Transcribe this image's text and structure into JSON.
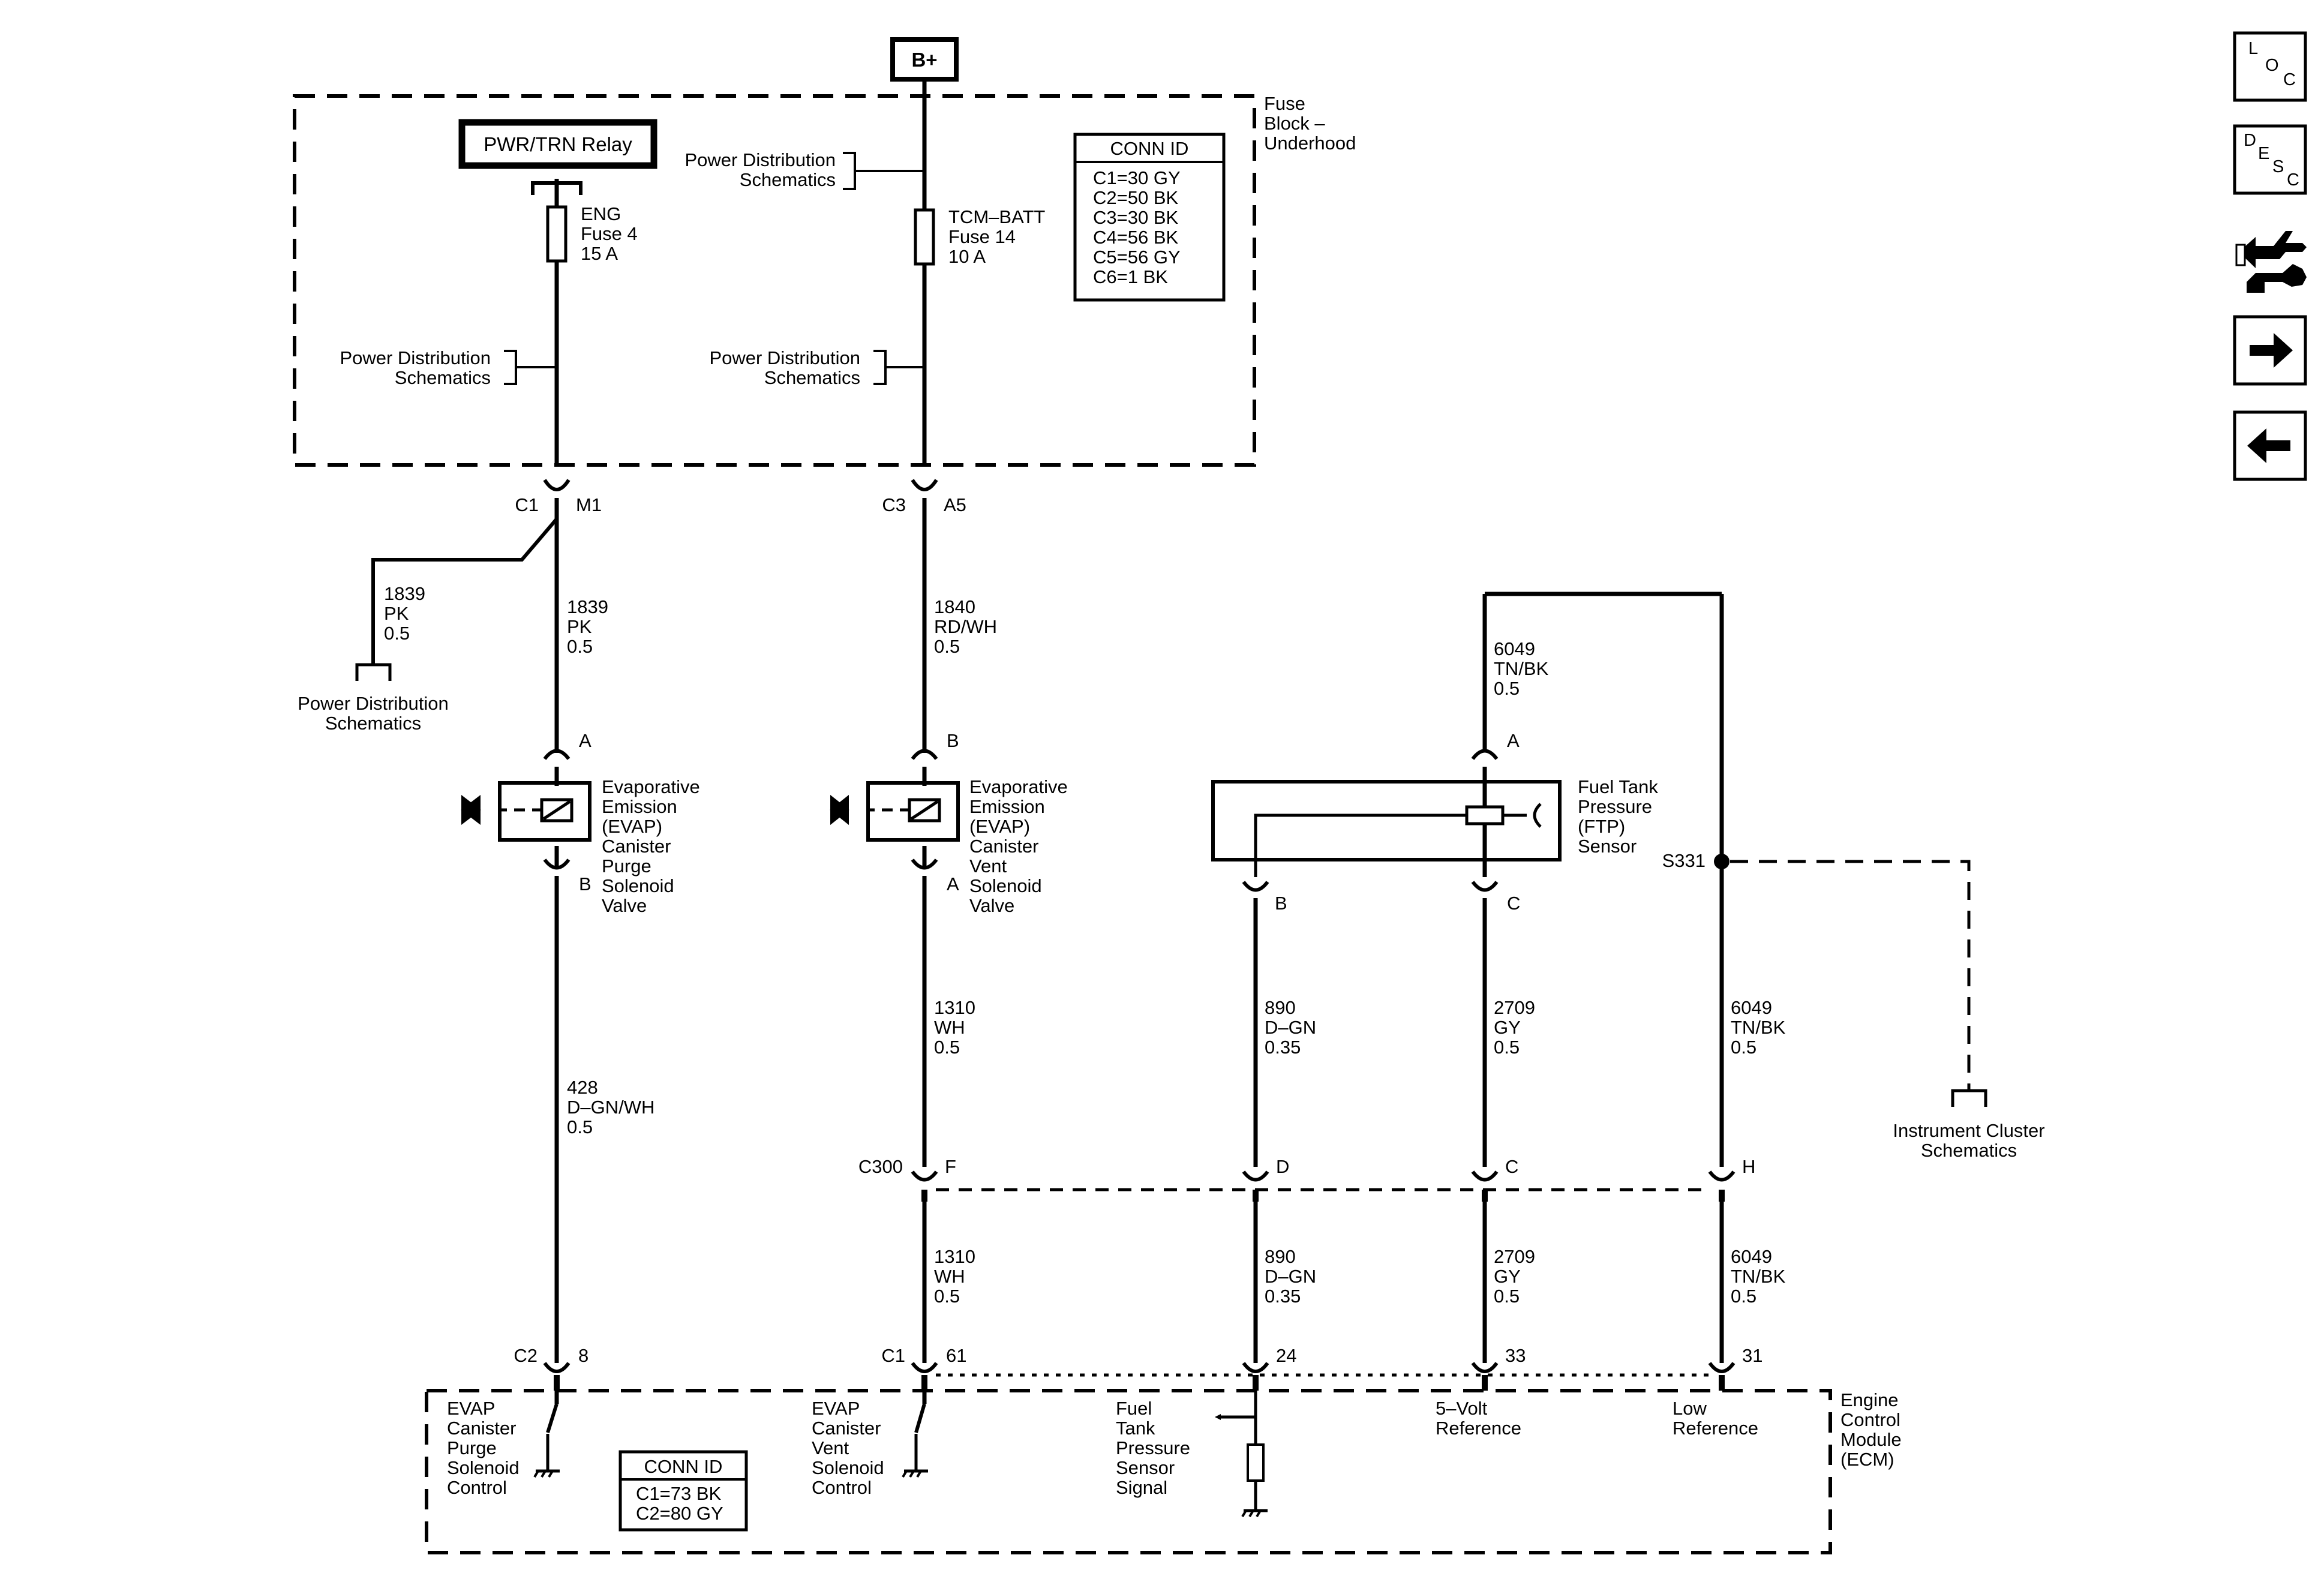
{
  "top": {
    "battery": "B+"
  },
  "fuse_block": {
    "title": [
      "Fuse",
      "Block –",
      "Underhood"
    ]
  },
  "relay": {
    "label": "PWR/TRN Relay"
  },
  "fuses": {
    "eng": [
      "ENG",
      "Fuse 4",
      "15 A"
    ],
    "tcm": [
      "TCM–BATT",
      "Fuse 14",
      "10 A"
    ]
  },
  "power_dist": [
    "Power Distribution",
    "Schematics"
  ],
  "conn_id_top": {
    "title": "CONN ID",
    "items": [
      "C1=30 GY",
      "C2=50 BK",
      "C3=30 BK",
      "C4=56 BK",
      "C5=56 GY",
      "C6=1 BK"
    ]
  },
  "connectors": {
    "c1_m1": [
      "C1",
      "M1"
    ],
    "c3_a5": [
      "C3",
      "A5"
    ],
    "c300": "C300",
    "c300_pins": [
      "F",
      "D",
      "C",
      "H"
    ],
    "ecm_left": [
      "C2",
      "8"
    ],
    "ecm_mid": [
      "C1",
      "61"
    ],
    "ecm_pins": [
      "24",
      "33",
      "31"
    ],
    "splice": "S331"
  },
  "wires": {
    "w1839_branch": [
      "1839",
      "PK",
      "0.5"
    ],
    "w1839": [
      "1839",
      "PK",
      "0.5"
    ],
    "w1840": [
      "1840",
      "RD/WH",
      "0.5"
    ],
    "w6049_top": [
      "6049",
      "TN/BK",
      "0.5"
    ],
    "w428": [
      "428",
      "D–GN/WH",
      "0.5"
    ],
    "w1310": [
      "1310",
      "WH",
      "0.5"
    ],
    "w890": [
      "890",
      "D–GN",
      "0.35"
    ],
    "w2709": [
      "2709",
      "GY",
      "0.5"
    ],
    "w6049": [
      "6049",
      "TN/BK",
      "0.5"
    ]
  },
  "components": {
    "purge_valve": {
      "pins": [
        "A",
        "B"
      ],
      "label": [
        "Evaporative",
        "Emission",
        "(EVAP)",
        "Canister",
        "Purge",
        "Solenoid",
        "Valve"
      ]
    },
    "vent_valve": {
      "pins": [
        "B",
        "A"
      ],
      "label": [
        "Evaporative",
        "Emission",
        "(EVAP)",
        "Canister",
        "Vent",
        "Solenoid",
        "Valve"
      ]
    },
    "ftp_sensor": {
      "pins": [
        "A",
        "B",
        "C"
      ],
      "label": [
        "Fuel Tank",
        "Pressure",
        "(FTP)",
        "Sensor"
      ]
    }
  },
  "instrument_cluster": [
    "Instrument Cluster",
    "Schematics"
  ],
  "ecm": {
    "title": [
      "Engine",
      "Control",
      "Module",
      "(ECM)"
    ],
    "purge_ctrl": [
      "EVAP",
      "Canister",
      "Purge",
      "Solenoid",
      "Control"
    ],
    "vent_ctrl": [
      "EVAP",
      "Canister",
      "Vent",
      "Solenoid",
      "Control"
    ],
    "ftp_signal": [
      "Fuel",
      "Tank",
      "Pressure",
      "Sensor",
      "Signal"
    ],
    "ref5v": [
      "5–Volt",
      "Reference"
    ],
    "lowref": [
      "Low",
      "Reference"
    ],
    "conn_id": {
      "title": "CONN ID",
      "items": [
        "C1=73 BK",
        "C2=80 GY"
      ]
    }
  },
  "nav": {
    "loc": [
      "L",
      "O",
      "C"
    ],
    "desc": [
      "D",
      "E",
      "S",
      "C"
    ],
    "icons": [
      "connector-end-view-icon",
      "next-arrow-icon",
      "previous-arrow-icon"
    ]
  }
}
